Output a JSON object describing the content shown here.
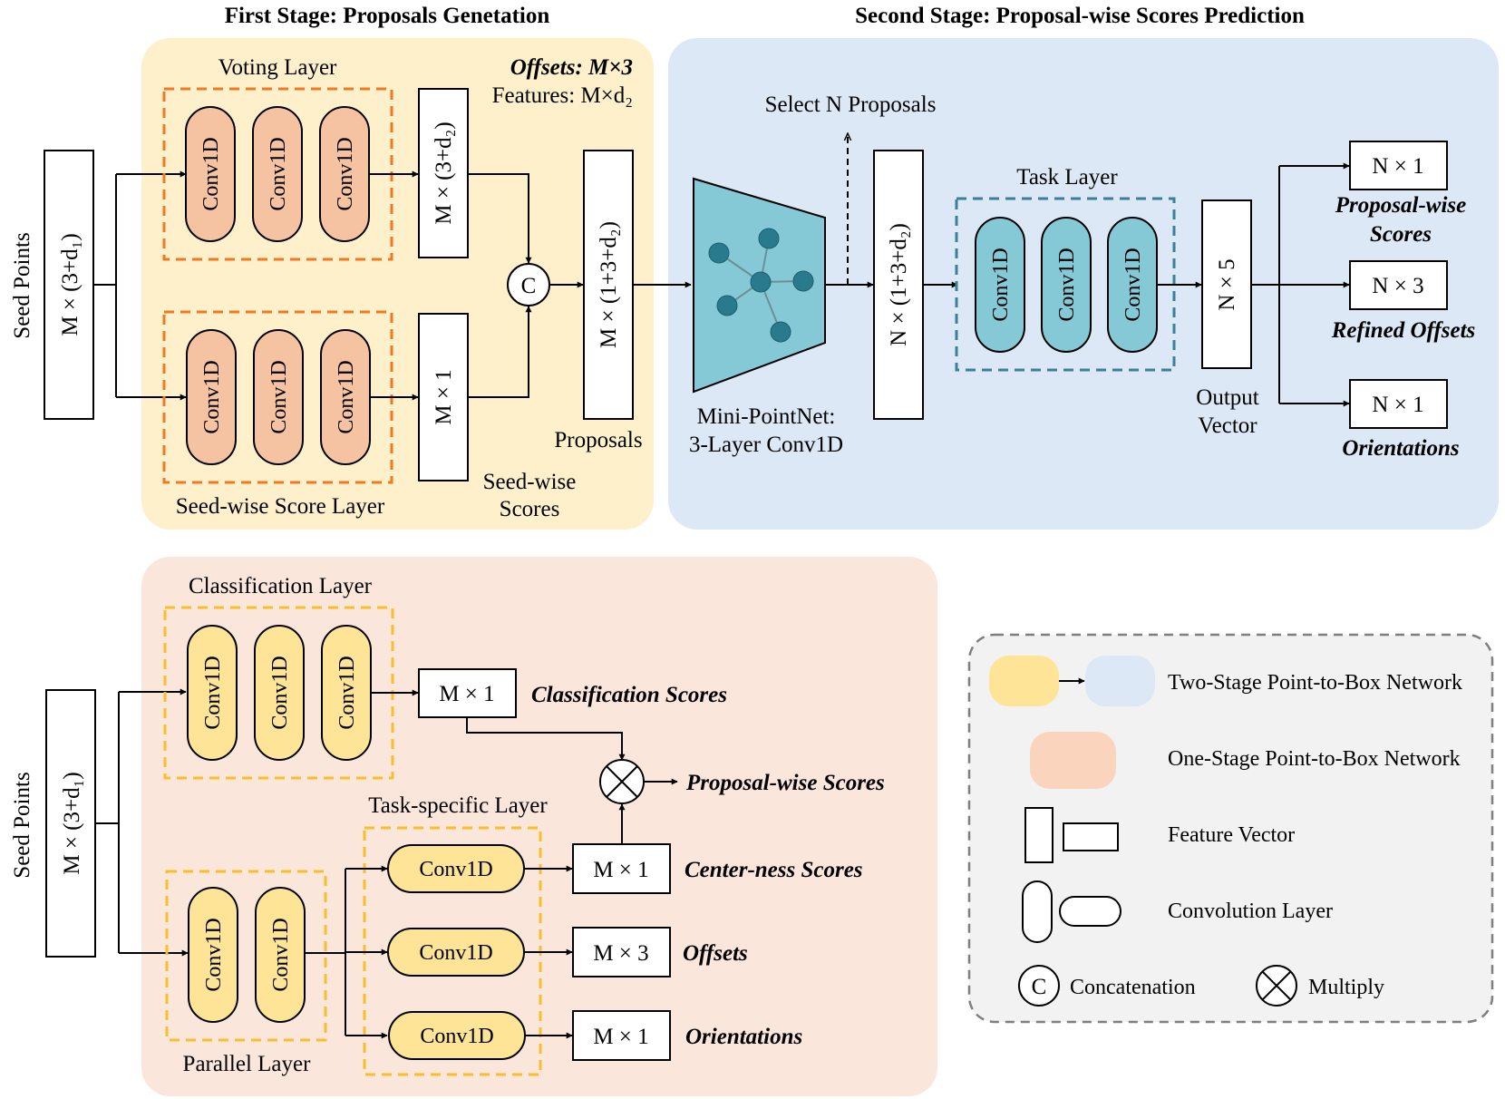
{
  "stages": {
    "first_title": "First Stage: Proposals Genetation",
    "second_title": "Second Stage: Proposal-wise Scores Prediction"
  },
  "two_stage": {
    "seed_points": "Seed Points",
    "seed_dim": "M × (3+d₁)",
    "voting_layer": "Voting Layer",
    "offsets_note": "Offsets: M×3",
    "features_note": "Features: M×d₂",
    "voting_out": "M × (3+d₂)",
    "score_layer": "Seed-wise Score Layer",
    "score_out": "M × 1",
    "seed_scores_1": "Seed-wise",
    "seed_scores_2": "Scores",
    "concat_symbol": "C",
    "proposals_dim": "M × (1+3+d₂)",
    "proposals_label": "Proposals",
    "select_n": "Select N Proposals",
    "minipointnet_1": "Mini-PointNet:",
    "minipointnet_2": "3-Layer Conv1D",
    "n_dim": "N × (1+3+d₂)",
    "task_layer": "Task Layer",
    "output_dim": "N × 5",
    "output_1": "Output",
    "output_2": "Vector",
    "out_scores_dim": "N × 1",
    "out_scores_1": "Proposal-wise",
    "out_scores_2": "Scores",
    "out_offsets_dim": "N × 3",
    "out_offsets": "Refined Offsets",
    "out_orient_dim": "N × 1",
    "out_orient": "Orientations"
  },
  "conv_label": "Conv1D",
  "one_stage": {
    "seed_points": "Seed Points",
    "seed_dim": "M × (3+d₁)",
    "class_layer": "Classification Layer",
    "class_out": "M × 1",
    "class_scores": "Classification Scores",
    "multiply_out": "Proposal-wise Scores",
    "task_specific": "Task-specific Layer",
    "parallel_layer": "Parallel Layer",
    "center_dim": "M × 1",
    "center_scores": "Center-ness Scores",
    "offsets_dim": "M × 3",
    "offsets": "Offsets",
    "orient_dim": "M × 1",
    "orient": "Orientations"
  },
  "legend": {
    "two_stage": "Two-Stage Point-to-Box Network",
    "one_stage": "One-Stage Point-to-Box Network",
    "feature": "Feature Vector",
    "conv": "Convolution Layer",
    "concat_symbol": "C",
    "concat": "Concatenation",
    "multiply": "Multiply"
  },
  "colors": {
    "yellow_panel": "#fdf0cb",
    "blue_panel": "#dde8f6",
    "peach_panel": "#fbe6dc",
    "legend_panel": "#f2f2f2",
    "orange_conv": "#f6c3a2",
    "yellow_conv": "#fde497",
    "teal_conv": "#86c9d6",
    "orange_dash": "#f07a22",
    "yellow_dash": "#f7bf2a",
    "teal_dash": "#3b8196"
  }
}
